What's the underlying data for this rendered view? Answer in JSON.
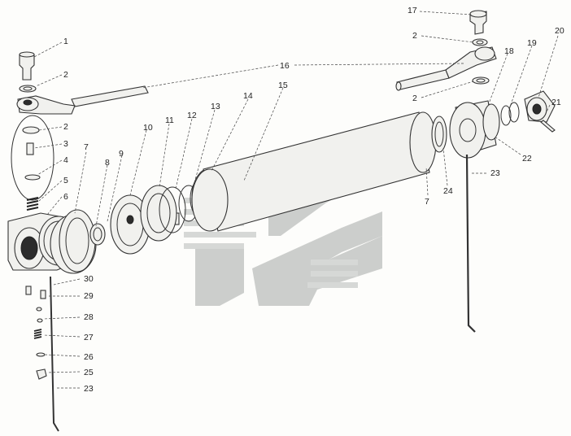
{
  "diagram": {
    "callouts": {
      "c1": "1",
      "c2a": "2",
      "c2b": "2",
      "c3": "3",
      "c4": "4",
      "c5": "5",
      "c6": "6",
      "c7a": "7",
      "c8": "8",
      "c9": "9",
      "c10": "10",
      "c11": "11",
      "c12": "12",
      "c13": "13",
      "c14": "14",
      "c15": "15",
      "c16": "16",
      "c17": "17",
      "c2c": "2",
      "c2d": "2",
      "c18": "18",
      "c19": "19",
      "c20": "20",
      "c21": "21",
      "c22": "22",
      "c23a": "23",
      "c24": "24",
      "c7b": "7",
      "c30": "30",
      "c29": "29",
      "c28": "28",
      "c27": "27",
      "c26": "26",
      "c25": "25",
      "c23b": "23"
    }
  }
}
